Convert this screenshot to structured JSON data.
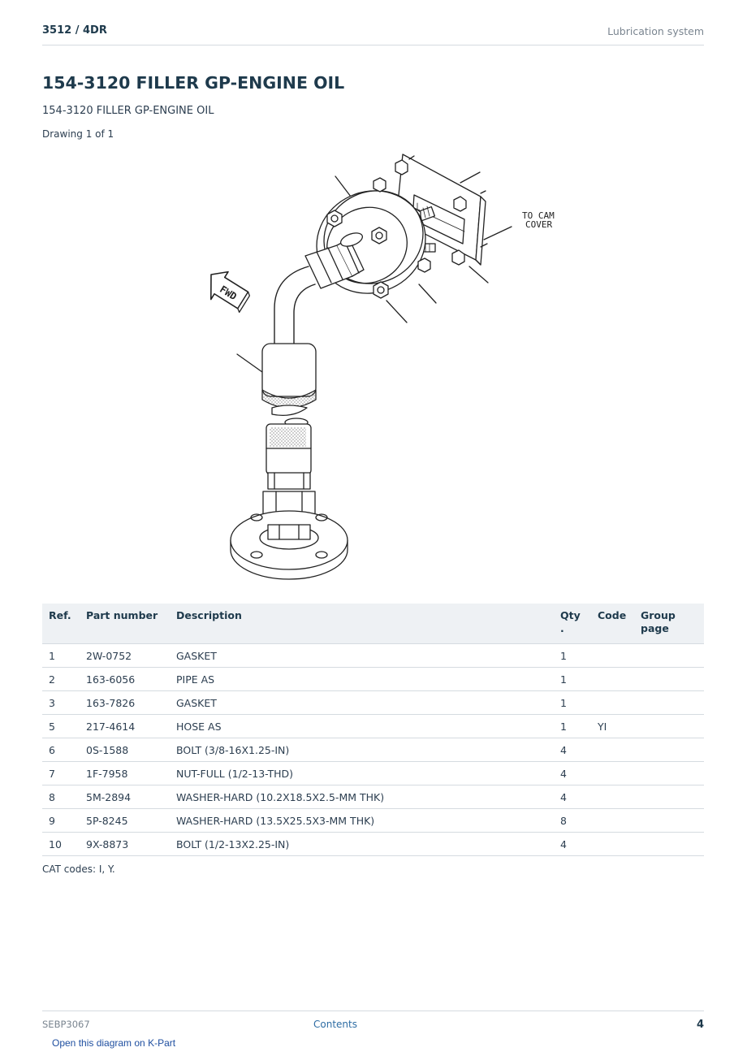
{
  "header": {
    "model": "3512  /  4DR",
    "section": "Lubrication system"
  },
  "title": "154-3120 FILLER GP-ENGINE OIL",
  "subtitle": "154-3120 FILLER GP-ENGINE OIL",
  "drawing_count": "Drawing 1 of 1",
  "diagram": {
    "fwd_label": "FWD",
    "callout_line1": "TO CAM",
    "callout_line2": "COVER"
  },
  "table": {
    "headers": [
      "Ref.",
      "Part number",
      "Description",
      "Qty\n.",
      "Code",
      "Group\npage"
    ],
    "rows": [
      [
        "1",
        "2W-0752",
        "GASKET",
        "1",
        "",
        ""
      ],
      [
        "2",
        "163-6056",
        "PIPE AS",
        "1",
        "",
        ""
      ],
      [
        "3",
        "163-7826",
        "GASKET",
        "1",
        "",
        ""
      ],
      [
        "5",
        "217-4614",
        "HOSE AS",
        "1",
        "YI",
        ""
      ],
      [
        "6",
        "0S-1588",
        "BOLT (3/8-16X1.25-IN)",
        "4",
        "",
        ""
      ],
      [
        "7",
        "1F-7958",
        "NUT-FULL (1/2-13-THD)",
        "4",
        "",
        ""
      ],
      [
        "8",
        "5M-2894",
        "WASHER-HARD (10.2X18.5X2.5-MM THK)",
        "4",
        "",
        ""
      ],
      [
        "9",
        "5P-8245",
        "WASHER-HARD (13.5X25.5X3-MM THK)",
        "8",
        "",
        ""
      ],
      [
        "10",
        "9X-8873",
        "BOLT (1/2-13X2.25-IN)",
        "4",
        "",
        ""
      ]
    ]
  },
  "cat_codes": "CAT codes: I, Y.",
  "footer": {
    "doc_id": "SEBP3067",
    "contents_link": "Contents",
    "page_number": "4"
  },
  "kpart_link": "Open this diagram on K-Part"
}
